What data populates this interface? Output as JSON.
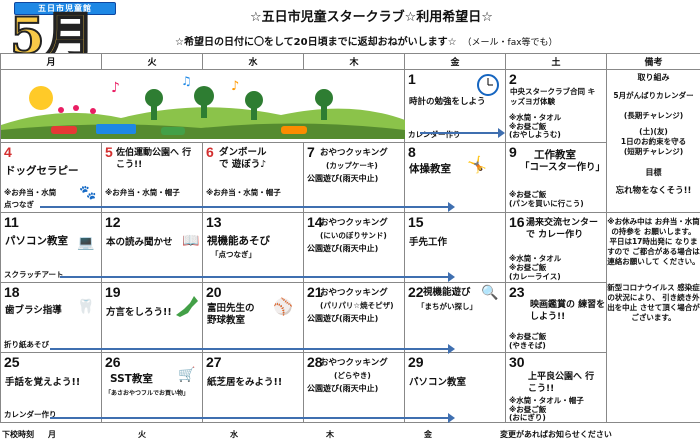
{
  "header": {
    "logo_ribbon": "五日市児童館",
    "logo_month": "5月",
    "title": "☆五日市児童スタークラブ☆利用希望日☆",
    "instruction": "☆希望日の日付に〇をして20日頃までに返却おねがいします☆",
    "instruction_note": "（メール・fax等でも）"
  },
  "weekdays": [
    "月",
    "火",
    "水",
    "木",
    "金",
    "土",
    "備考"
  ],
  "week1": {
    "d1": {
      "num": "1",
      "event": "時計の勉強をしよう",
      "note": "カレンダー作り"
    },
    "d2": {
      "num": "2",
      "event": "中央スタークラブ合同 キッズヨガ体験",
      "note": "※水筒・タオル",
      "note2": "※お昼ご飯",
      "note3": "(おやしようむ)"
    }
  },
  "week2": {
    "d4": {
      "num": "4",
      "event": "ドッグセラピー",
      "note": "※お弁当・水筒",
      "bl": "点つなぎ"
    },
    "d5": {
      "num": "5",
      "event": "佐伯運動公園へ 行こう!!",
      "note": "※お弁当・水筒・帽子"
    },
    "d6": {
      "num": "6",
      "event": "ダンボールで 遊ぼう♪",
      "note": "※お弁当・水筒・帽子"
    },
    "d7": {
      "num": "7",
      "event": "おやつクッキング",
      "event2": "(カップケーキ)",
      "note": "公園遊び(雨天中止)"
    },
    "d8": {
      "num": "8",
      "event": "体操教室"
    },
    "d9": {
      "num": "9",
      "event": "工作教室",
      "event2": "「コースター作り」",
      "note": "※お昼ご飯",
      "note2": "(パンを買いに行こう)"
    }
  },
  "week3": {
    "d11": {
      "num": "11",
      "event": "パソコン教室",
      "bl": "スクラッチアート"
    },
    "d12": {
      "num": "12",
      "event": "本の読み聞かせ"
    },
    "d13": {
      "num": "13",
      "event": "視機能あそび",
      "event2": "「点つなぎ」"
    },
    "d14": {
      "num": "14",
      "event": "おやつクッキング",
      "event2": "(にいのぼりサンド)",
      "note": "公園遊び(雨天中止)"
    },
    "d15": {
      "num": "15",
      "event": "手先工作"
    },
    "d16": {
      "num": "16",
      "event": "湯来交流センターで カレー作り",
      "note": "※水筒・タオル",
      "note2": "※お昼ご飯",
      "note3": "(カレーライス)"
    }
  },
  "week4": {
    "d18": {
      "num": "18",
      "event": "歯ブラシ指導",
      "bl": "折り紙あそび"
    },
    "d19": {
      "num": "19",
      "event": "方言をしろう!!"
    },
    "d20": {
      "num": "20",
      "event": "富田先生の 野球教室"
    },
    "d21": {
      "num": "21",
      "event": "おやつクッキング",
      "event2": "(パリパリ☆焼そピザ)",
      "note": "公園遊び(雨天中止)"
    },
    "d22": {
      "num": "22",
      "event": "視機能遊び",
      "event2": "「まちがい探し」"
    },
    "d23": {
      "num": "23",
      "event": "映画鑑賞の 練習をしよう!!",
      "note": "※お昼ご飯",
      "note2": "(やきそば)"
    }
  },
  "week5": {
    "d25": {
      "num": "25",
      "event": "手話を覚えよう!!",
      "bl": "カレンダー作り"
    },
    "d26": {
      "num": "26",
      "event": "SST教室",
      "event2": "「あさおやつフルでお買い物」"
    },
    "d27": {
      "num": "27",
      "event": "紙芝居をみよう!!"
    },
    "d28": {
      "num": "28",
      "event": "おやつクッキング",
      "event2": "(どらやき)",
      "note": "公園遊び(雨天中止)"
    },
    "d29": {
      "num": "29",
      "event": "パソコン教室"
    },
    "d30": {
      "num": "30",
      "event": "上平良公園へ 行こう!!",
      "note": "※水筒・タオル・帽子",
      "note2": "※お昼ご飯",
      "note3": "(おにぎり)"
    }
  },
  "side": {
    "s1": "取り組み",
    "s2": "5月がんばりカレンダー",
    "s3": "(長期チャレンジ)",
    "s4": "(土)(友)",
    "s5": "1日のお約束を守る",
    "s6": "(短期チャレンジ)",
    "s7": "目標",
    "s8": "忘れ物をなくそう!!",
    "s9": "※お休み中は お弁当・水筒の持参を お願いします。 平日は17時出発に なりますので ご都合がある場合は 連絡お願いして ください。",
    "s10": "新型コロナウイルス 感染症の状況により、 引き続き外出を中止 させて頂く場合が ございます。"
  },
  "footer": {
    "label": "下校時刻",
    "days": [
      "月",
      "火",
      "水",
      "木",
      "金"
    ],
    "note": "変更があればお知らせください"
  }
}
